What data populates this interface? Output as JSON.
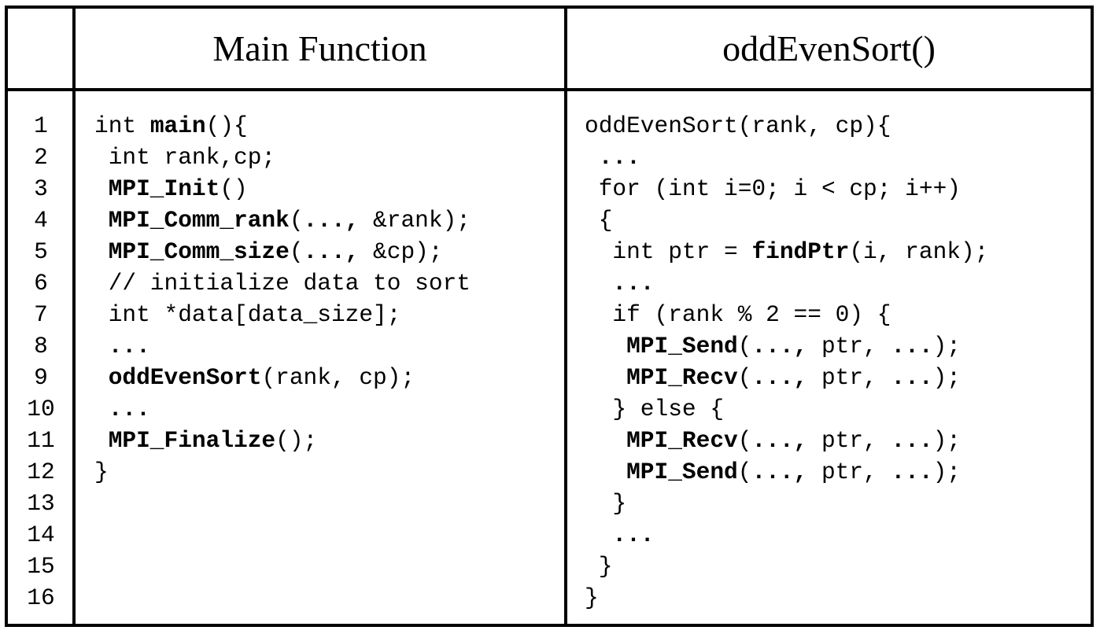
{
  "headers": {
    "main": "Main Function",
    "sort": "oddEvenSort()"
  },
  "line_numbers": [
    "1",
    "2",
    "3",
    "4",
    "5",
    "6",
    "7",
    "8",
    "9",
    "10",
    "11",
    "12",
    "13",
    "14",
    "15",
    "16"
  ],
  "main_code": [
    [
      {
        "t": "int ",
        "b": false
      },
      {
        "t": "main",
        "b": true
      },
      {
        "t": "(){",
        "b": false
      }
    ],
    [
      {
        "t": " int rank,cp;",
        "b": false
      }
    ],
    [
      {
        "t": " ",
        "b": false
      },
      {
        "t": "MPI_Init",
        "b": true
      },
      {
        "t": "()",
        "b": false
      }
    ],
    [
      {
        "t": " ",
        "b": false
      },
      {
        "t": "MPI_Comm_rank",
        "b": true
      },
      {
        "t": "(",
        "b": false
      },
      {
        "t": "...,",
        "b": true
      },
      {
        "t": " &rank);",
        "b": false
      }
    ],
    [
      {
        "t": " ",
        "b": false
      },
      {
        "t": "MPI_Comm_size",
        "b": true
      },
      {
        "t": "(",
        "b": false
      },
      {
        "t": "...,",
        "b": true
      },
      {
        "t": " &cp);",
        "b": false
      }
    ],
    [
      {
        "t": " // initialize data to sort",
        "b": false
      }
    ],
    [
      {
        "t": " int *data[data_size];",
        "b": false
      }
    ],
    [
      {
        "t": " ...",
        "b": true
      }
    ],
    [
      {
        "t": " ",
        "b": false
      },
      {
        "t": "oddEvenSort",
        "b": true
      },
      {
        "t": "(rank, cp);",
        "b": false
      }
    ],
    [
      {
        "t": " ...",
        "b": true
      }
    ],
    [
      {
        "t": " ",
        "b": false
      },
      {
        "t": "MPI_Finalize",
        "b": true
      },
      {
        "t": "();",
        "b": false
      }
    ],
    [
      {
        "t": "}",
        "b": false
      }
    ]
  ],
  "sort_code": [
    [
      {
        "t": "oddEvenSort(rank, cp){",
        "b": false
      }
    ],
    [
      {
        "t": " ...",
        "b": true
      }
    ],
    [
      {
        "t": " for (int i=0; i < cp; i++)",
        "b": false
      }
    ],
    [
      {
        "t": " {",
        "b": false
      }
    ],
    [
      {
        "t": "  int ptr = ",
        "b": false
      },
      {
        "t": "findPtr",
        "b": true
      },
      {
        "t": "(i, rank);",
        "b": false
      }
    ],
    [
      {
        "t": "  ...",
        "b": true
      }
    ],
    [
      {
        "t": "  if (rank % 2 == 0) {",
        "b": false
      }
    ],
    [
      {
        "t": "   ",
        "b": false
      },
      {
        "t": "MPI_Send",
        "b": true
      },
      {
        "t": "(",
        "b": false
      },
      {
        "t": "...,",
        "b": true
      },
      {
        "t": " ptr, ",
        "b": false
      },
      {
        "t": "...",
        "b": true
      },
      {
        "t": ");",
        "b": false
      }
    ],
    [
      {
        "t": "   ",
        "b": false
      },
      {
        "t": "MPI_Recv",
        "b": true
      },
      {
        "t": "(",
        "b": false
      },
      {
        "t": "...,",
        "b": true
      },
      {
        "t": " ptr, ",
        "b": false
      },
      {
        "t": "...",
        "b": true
      },
      {
        "t": ");",
        "b": false
      }
    ],
    [
      {
        "t": "  } else {",
        "b": false
      }
    ],
    [
      {
        "t": "   ",
        "b": false
      },
      {
        "t": "MPI_Recv",
        "b": true
      },
      {
        "t": "(",
        "b": false
      },
      {
        "t": "...,",
        "b": true
      },
      {
        "t": " ptr, ",
        "b": false
      },
      {
        "t": "...",
        "b": true
      },
      {
        "t": ");",
        "b": false
      }
    ],
    [
      {
        "t": "   ",
        "b": false
      },
      {
        "t": "MPI_Send",
        "b": true
      },
      {
        "t": "(",
        "b": false
      },
      {
        "t": "...,",
        "b": true
      },
      {
        "t": " ptr, ",
        "b": false
      },
      {
        "t": "...",
        "b": true
      },
      {
        "t": ");",
        "b": false
      }
    ],
    [
      {
        "t": "  }",
        "b": false
      }
    ],
    [
      {
        "t": "  ...",
        "b": true
      }
    ],
    [
      {
        "t": " }",
        "b": false
      }
    ],
    [
      {
        "t": "}",
        "b": false
      }
    ]
  ]
}
